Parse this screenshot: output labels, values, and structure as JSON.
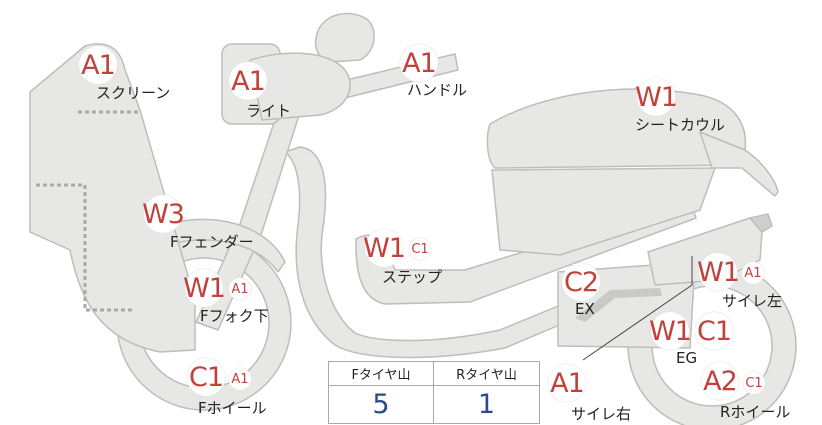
{
  "colors": {
    "part_fill": "#e7e7e5",
    "part_stroke": "#bdbdbb",
    "badge_text": "#c2413c",
    "tire_value": "#2b4a8b"
  },
  "parts": [
    {
      "id": "screen",
      "name": "スクリーン",
      "codes": [
        "A1"
      ]
    },
    {
      "id": "light",
      "name": "ライト",
      "codes": [
        "A1"
      ]
    },
    {
      "id": "handle",
      "name": "ハンドル",
      "codes": [
        "A1"
      ]
    },
    {
      "id": "seat_cowl",
      "name": "シートカウル",
      "codes": [
        "W1"
      ]
    },
    {
      "id": "f_fender",
      "name": "Fフェンダー",
      "codes": [
        "W3"
      ]
    },
    {
      "id": "step",
      "name": "ステップ",
      "codes": [
        "W1",
        "C1"
      ]
    },
    {
      "id": "ex",
      "name": "EX",
      "codes": [
        "C2"
      ]
    },
    {
      "id": "silencer_left",
      "name": "サイレ左",
      "codes": [
        "W1",
        "A1"
      ]
    },
    {
      "id": "f_fork_lower",
      "name": "Fフォク下",
      "codes": [
        "W1",
        "A1"
      ]
    },
    {
      "id": "eg",
      "name": "EG",
      "codes": [
        "W1",
        "C1"
      ]
    },
    {
      "id": "f_wheel",
      "name": "Fホイール",
      "codes": [
        "C1",
        "A1"
      ]
    },
    {
      "id": "silencer_right",
      "name": "サイレ右",
      "codes": [
        "A1"
      ]
    },
    {
      "id": "r_wheel",
      "name": "Rホイール",
      "codes": [
        "A2",
        "C1"
      ]
    }
  ],
  "tire_tread": {
    "headers": [
      "Fタイヤ山",
      "Rタイヤ山"
    ],
    "values": [
      "5",
      "1"
    ]
  }
}
